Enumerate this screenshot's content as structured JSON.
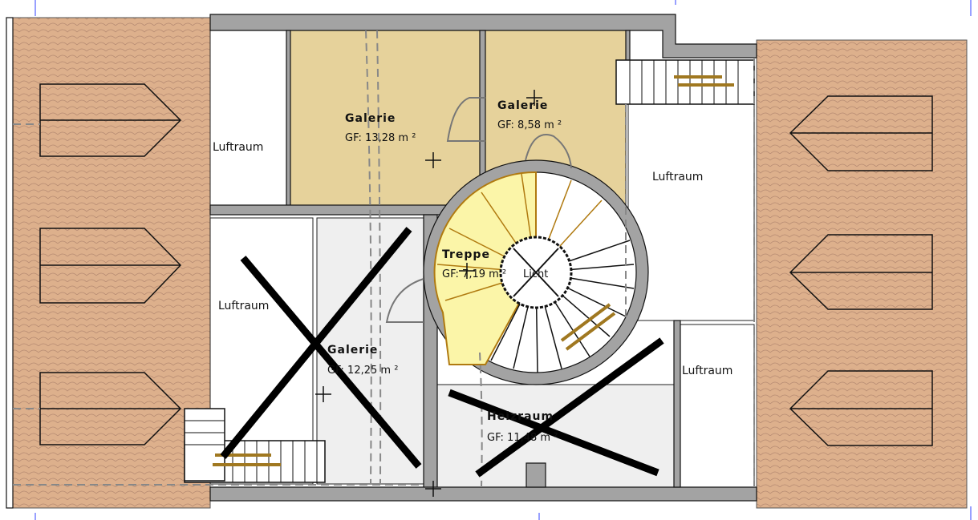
{
  "rooms": {
    "galerie_1": {
      "name": "Galerie",
      "area": "GF: 13,28 m ²"
    },
    "galerie_2": {
      "name": "Galerie",
      "area": "GF: 8,58 m ²"
    },
    "galerie_3": {
      "name": "Galerie",
      "area": "GF: 12,25 m ²"
    },
    "treppe": {
      "name": "Treppe",
      "area": "GF: 7,19 m ²"
    },
    "heizraum": {
      "name": "Heizraum",
      "area": "GF: 11,48 m ²"
    },
    "licht": "Licht"
  },
  "luftraum_labels": [
    "Luftraum",
    "Luftraum",
    "Luftraum",
    "Luftraum"
  ],
  "colors": {
    "roof": "#ddb08c",
    "galerie_fill": "#e6d29b",
    "treppe_fill": "#fbf5a8",
    "crossed_fill": "#efefef",
    "wall": "#a3a3a3"
  }
}
